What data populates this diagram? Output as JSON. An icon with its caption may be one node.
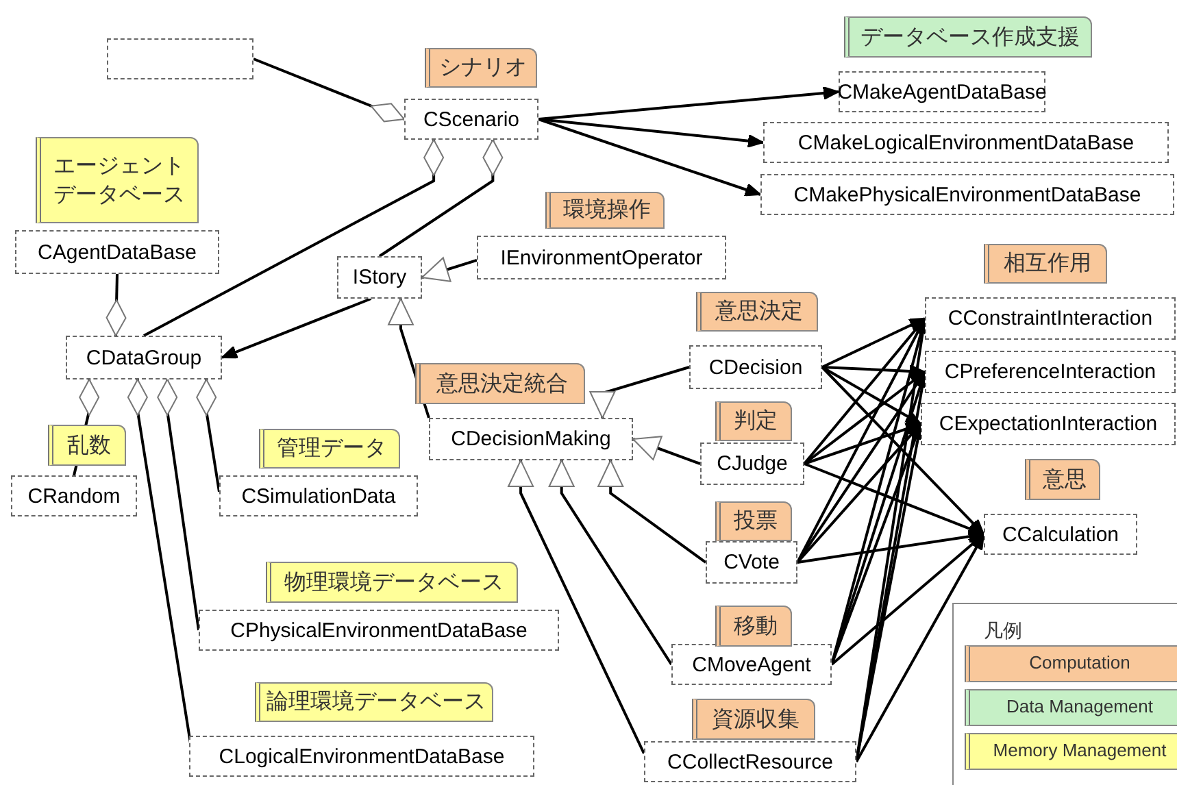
{
  "diagram": {
    "nodes": [
      {
        "text": [],
        "shape": "box"
      },
      {
        "text": [
          "CScenario"
        ],
        "beside": [
          "シナリオ"
        ]
      },
      {
        "text": [
          "CMakeAgentDataBase"
        ],
        "beside": [
          "データベース作成支援"
        ]
      },
      {
        "text": [
          "CMakeLogicalEnvironmentDataBase"
        ]
      },
      {
        "text": [
          "CMakePhysicalEnvironmentDataBase"
        ]
      },
      {
        "text": [
          "CAgentDataBase"
        ],
        "beside": [
          "エージェントデータベース"
        ]
      },
      {
        "text": [
          "IStory"
        ]
      },
      {
        "text": [
          "IEnvironmentOperator"
        ],
        "beside": [
          "環境操作"
        ]
      },
      {
        "text": [
          "CDataGroup"
        ]
      },
      {
        "text": [
          "CDecision"
        ],
        "beside": [
          "意思決定"
        ]
      },
      {
        "text": [
          "CConstraintInteraction"
        ],
        "beside": [
          "相互作用"
        ]
      },
      {
        "text": [
          "CPreferenceInteraction"
        ]
      },
      {
        "text": [
          "CDecisionMaking"
        ],
        "beside": [
          "意思決定統合"
        ]
      },
      {
        "text": [
          "CExpectationInteraction"
        ]
      },
      {
        "text": [
          "CRandom"
        ],
        "beside": [
          "乱数"
        ]
      },
      {
        "text": [
          "CSimulationData"
        ],
        "beside": [
          "管理データ"
        ]
      },
      {
        "text": [
          "CJudge"
        ],
        "beside": [
          "判定"
        ]
      },
      {
        "text": [
          "CCalculation"
        ],
        "beside": [
          "意思"
        ]
      },
      {
        "text": [
          "CVote"
        ],
        "beside": [
          "投票"
        ]
      },
      {
        "text": [
          "CPhysicalEnvironmentDataBase"
        ],
        "beside": [
          "物理環境データベース"
        ]
      },
      {
        "text": [
          "CMoveAgent"
        ],
        "beside": [
          "移動"
        ]
      },
      {
        "text": [
          "CLogicalEnvironmentDataBase"
        ],
        "beside": [
          "論理環境データベース"
        ]
      },
      {
        "text": [
          "CCollectResource"
        ],
        "beside": [
          "資源収集"
        ]
      }
    ],
    "edges": [
      {
        "from": 0,
        "to": 1,
        "arrow": "other"
      },
      {
        "from": 1,
        "to": 2,
        "arrow": "to"
      },
      {
        "from": 1,
        "to": 3,
        "arrow": "to"
      },
      {
        "from": 1,
        "to": 4,
        "arrow": "to"
      },
      {
        "from": 8,
        "to": 1,
        "arrow": "other"
      },
      {
        "from": 6,
        "to": 1,
        "arrow": "other"
      },
      {
        "from": 7,
        "to": 6,
        "arrow": "to"
      },
      {
        "from": 6,
        "to": 8,
        "arrow": "to"
      },
      {
        "from": 5,
        "to": 8,
        "arrow": "other"
      },
      {
        "from": 14,
        "to": 8,
        "arrow": "other"
      },
      {
        "from": 21,
        "to": 8,
        "arrow": "other"
      },
      {
        "from": 19,
        "to": 8,
        "arrow": "other"
      },
      {
        "from": 15,
        "to": 8,
        "arrow": "other"
      },
      {
        "from": 12,
        "to": 6,
        "arrow": "to"
      },
      {
        "from": 9,
        "to": 12,
        "arrow": "to"
      },
      {
        "from": 16,
        "to": 12,
        "arrow": "to"
      },
      {
        "from": 18,
        "to": 12,
        "arrow": "to"
      },
      {
        "from": 20,
        "to": 12,
        "arrow": "to"
      },
      {
        "from": 22,
        "to": 12,
        "arrow": "to"
      },
      {
        "from": 9,
        "to": 10,
        "arrow": "to"
      },
      {
        "from": 9,
        "to": 11,
        "arrow": "to"
      },
      {
        "from": 9,
        "to": 13,
        "arrow": "to"
      },
      {
        "from": 9,
        "to": 17,
        "arrow": "to"
      },
      {
        "from": 16,
        "to": 10,
        "arrow": "to"
      },
      {
        "from": 16,
        "to": 11,
        "arrow": "to"
      },
      {
        "from": 16,
        "to": 13,
        "arrow": "to"
      },
      {
        "from": 16,
        "to": 17,
        "arrow": "to"
      },
      {
        "from": 18,
        "to": 10,
        "arrow": "to"
      },
      {
        "from": 18,
        "to": 11,
        "arrow": "to"
      },
      {
        "from": 18,
        "to": 13,
        "arrow": "to"
      },
      {
        "from": 18,
        "to": 17,
        "arrow": "to"
      },
      {
        "from": 20,
        "to": 10,
        "arrow": "to"
      },
      {
        "from": 20,
        "to": 11,
        "arrow": "to"
      },
      {
        "from": 20,
        "to": 13,
        "arrow": "to"
      },
      {
        "from": 20,
        "to": 17,
        "arrow": "to"
      },
      {
        "from": 22,
        "to": 10,
        "arrow": "to"
      },
      {
        "from": 22,
        "to": 11,
        "arrow": "to"
      },
      {
        "from": 22,
        "to": 13,
        "arrow": "to"
      },
      {
        "from": 22,
        "to": 17,
        "arrow": "to"
      }
    ],
    "labels": [
      "凡例"
    ],
    "legend": [
      {
        "text": "Computation",
        "color": "#f9c89b"
      },
      {
        "text": "Data Management",
        "color": "#c6f0c6"
      },
      {
        "text": "Memory Management",
        "color": "#ffff99"
      }
    ]
  }
}
